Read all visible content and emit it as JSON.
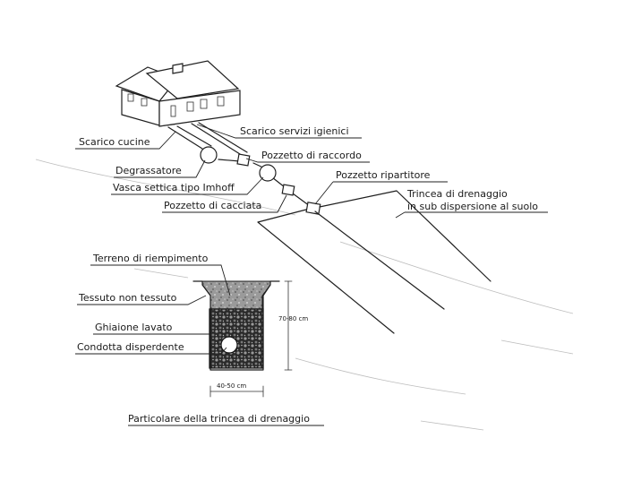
{
  "labels": {
    "scarico_cucine": "Scarico cucine",
    "scarico_servizi": "Scarico servizi igienici",
    "pozzetto_raccordo": "Pozzetto di raccordo",
    "degrassatore": "Degrassatore",
    "vasca_imhoff": "Vasca settica tipo Imhoff",
    "pozzetto_ripartitore": "Pozzetto ripartitore",
    "trincea_line1": "Trincea di drenaggio",
    "trincea_line2": "in sub dispersione al suolo",
    "pozzetto_cacciata": "Pozzetto di cacciata",
    "terreno": "Terreno di riempimento",
    "tessuto": "Tessuto non tessuto",
    "ghiaione": "Ghiaione lavato",
    "condotta": "Condotta disperdente",
    "dim_height": "70-80 cm",
    "dim_width": "40-50 cm",
    "caption": "Particolare della trincea di drenaggio"
  }
}
